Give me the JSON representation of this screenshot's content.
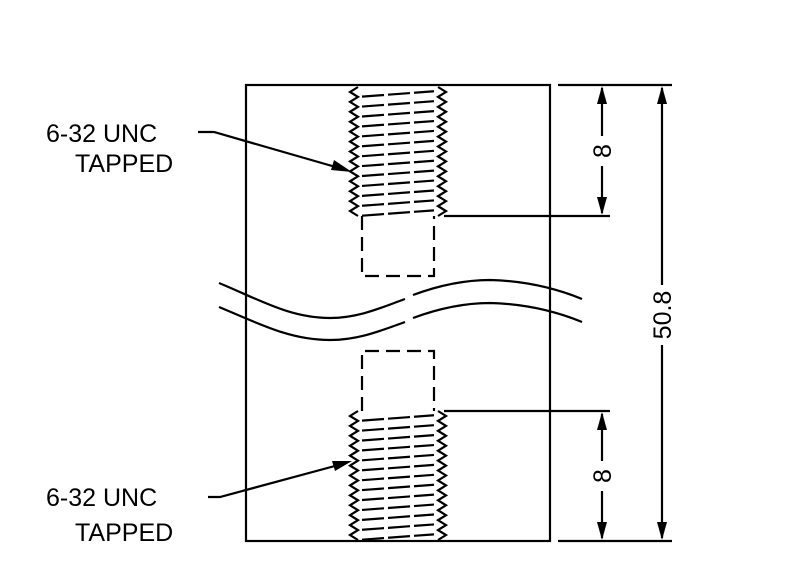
{
  "callouts": {
    "top": {
      "line1": "6-32 UNC",
      "line2": "TAPPED"
    },
    "bottom": {
      "line1": "6-32 UNC",
      "line2": "TAPPED"
    }
  },
  "dimensions": {
    "top_thread_depth": "8",
    "bottom_thread_depth": "8",
    "overall_length": "50.8"
  }
}
